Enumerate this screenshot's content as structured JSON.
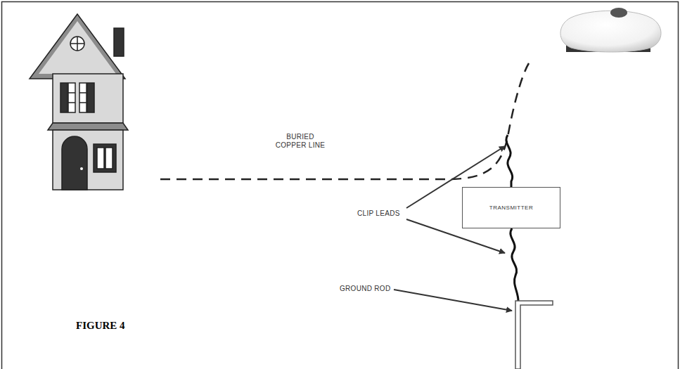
{
  "diagram": {
    "caption": "FIGURE 4",
    "nodes": [
      {
        "text": [
          "TRANSMITTER"
        ]
      }
    ],
    "labels": [
      "BURIED COPPER LINE",
      "CLIP LEADS",
      "GROUND ROD"
    ]
  }
}
